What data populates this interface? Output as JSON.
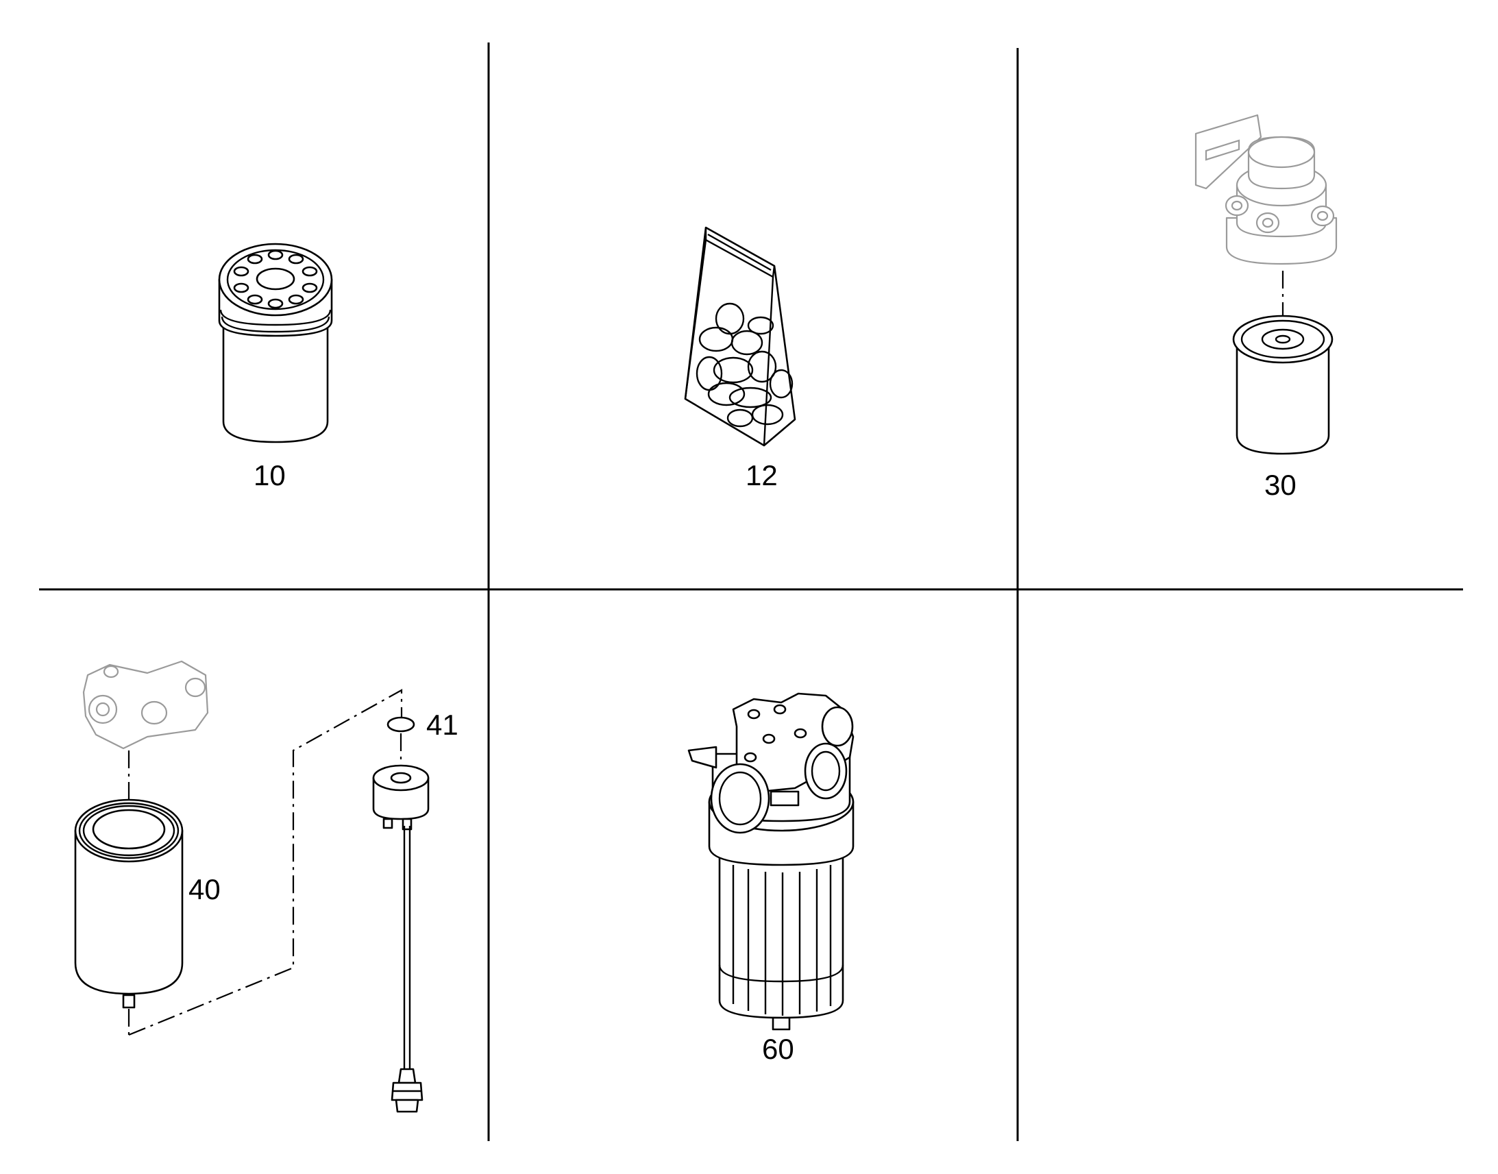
{
  "parts": [
    {
      "number": "10"
    },
    {
      "number": "12"
    },
    {
      "number": "30"
    },
    {
      "number": "40"
    },
    {
      "number": "41"
    },
    {
      "number": "60"
    }
  ]
}
